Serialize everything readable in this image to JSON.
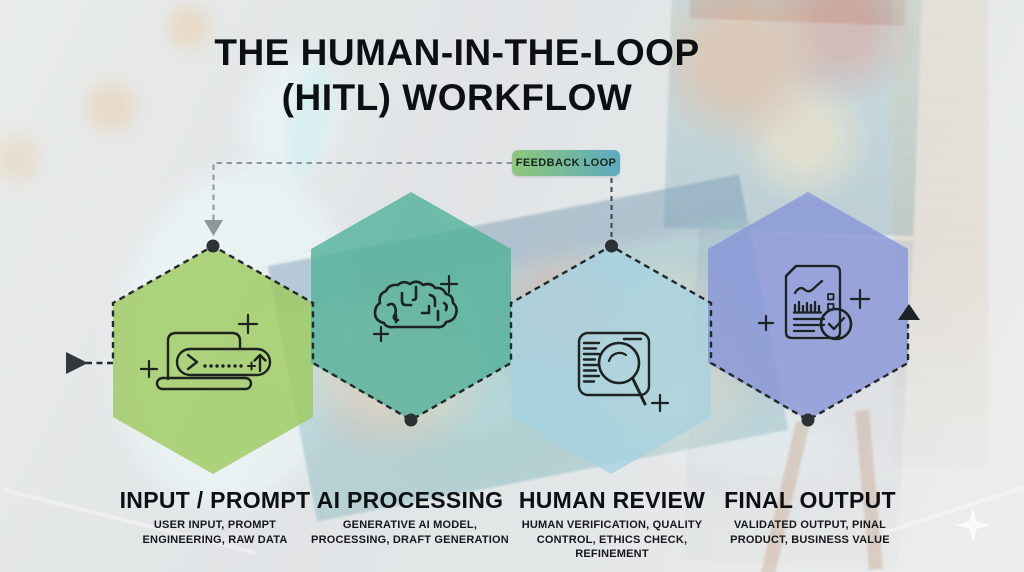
{
  "title": {
    "line1": "THE HUMAN-IN-THE-LOOP",
    "line2": "(HITL) WORKFLOW"
  },
  "feedback_loop": {
    "label": "FEEDBACK LOOP",
    "gradient_start": "#8ec87b",
    "gradient_end": "#5ea9bf"
  },
  "stages": [
    {
      "name": "INPUT / PROMPT",
      "subtitle_lines": [
        "USER INPUT, PROMPT",
        "ENGINEERING, RAW DATA"
      ],
      "icon": "laptop-prompt-icon",
      "color": "#9cc95c"
    },
    {
      "name": "AI PROCESSING",
      "subtitle_lines": [
        "GENERATIVE AI MODEL,",
        "PROCESSING, DRAFT GENERATION"
      ],
      "icon": "brain-icon",
      "color": "#54b29b"
    },
    {
      "name": "HUMAN REVIEW",
      "subtitle_lines": [
        "HUMAN VERIFICATION, QUALITY",
        "CONTROL, ETHICS CHECK, REFINEMENT"
      ],
      "icon": "document-magnifier-icon",
      "color": "#a5d2e0"
    },
    {
      "name": "FINAL OUTPUT",
      "subtitle_lines": [
        "VALIDATED OUTPUT, PINAL",
        "PRODUCT, BUSINESS VALUE"
      ],
      "icon": "report-check-icon",
      "color": "#8795d8"
    }
  ],
  "flow": {
    "line_color": "#23282b",
    "feedback_line_color": "#8f9599",
    "node_dot_color": "#2c3134"
  }
}
